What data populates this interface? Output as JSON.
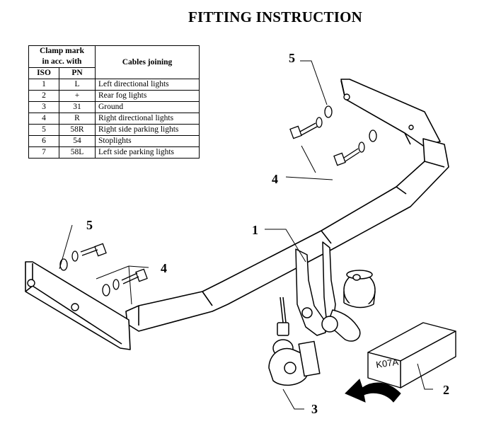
{
  "title": "FITTING INSTRUCTION",
  "table": {
    "header_group": "Clamp mark in acc. with",
    "header_group_line1": "Clamp mark",
    "header_group_line2": "in acc. with",
    "header_cables": "Cables joining",
    "col_iso": "ISO",
    "col_pn": "PN",
    "rows": [
      {
        "iso": "1",
        "pn": "L",
        "desc": "Left directional lights"
      },
      {
        "iso": "2",
        "pn": "+",
        "desc": "Rear fog lights"
      },
      {
        "iso": "3",
        "pn": "31",
        "desc": "Ground"
      },
      {
        "iso": "4",
        "pn": "R",
        "desc": "Right directional lights"
      },
      {
        "iso": "5",
        "pn": "58R",
        "desc": "Right side parking lights"
      },
      {
        "iso": "6",
        "pn": "54",
        "desc": "Stoplights"
      },
      {
        "iso": "7",
        "pn": "58L",
        "desc": "Left side parking lights"
      }
    ]
  },
  "callouts": {
    "part1": "1",
    "part2": "2",
    "part3": "3",
    "part4_top": "4",
    "part4_left": "4",
    "part5_top": "5",
    "part5_left": "5"
  },
  "box_text": "K07A"
}
